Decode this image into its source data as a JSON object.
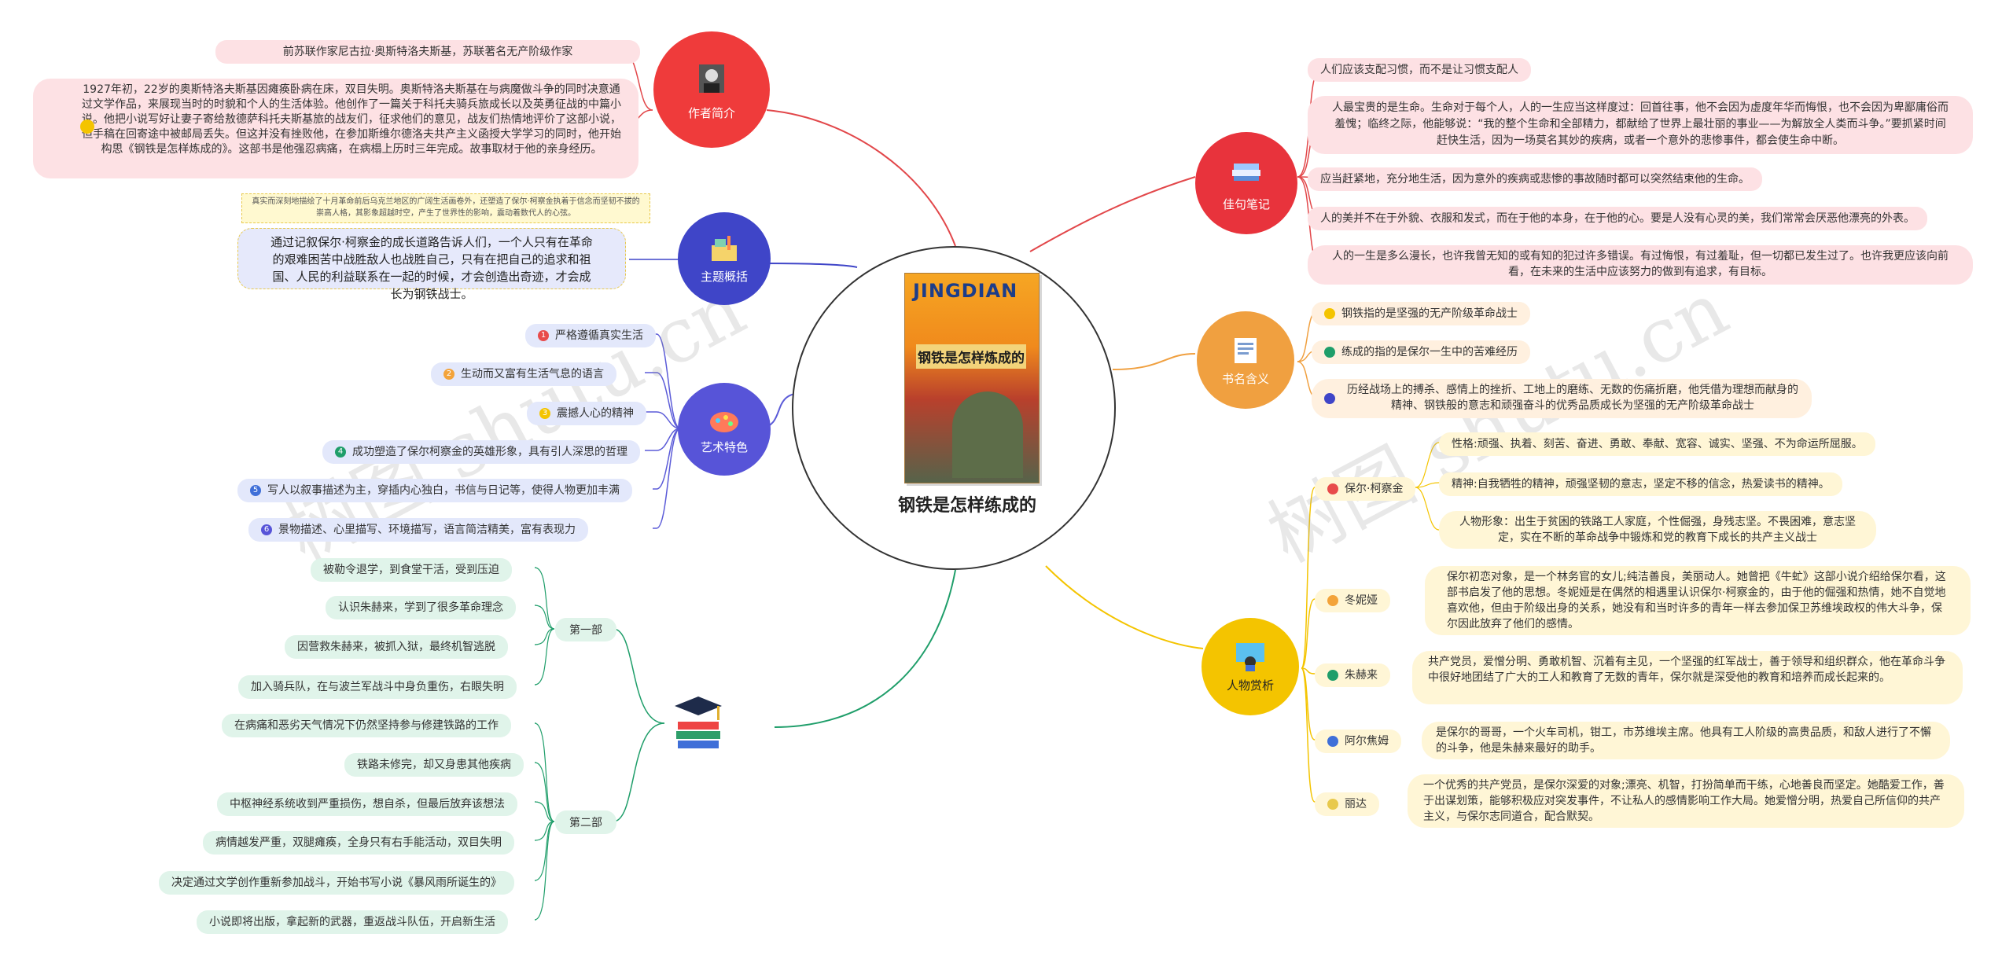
{
  "center": {
    "title": "钢铁是怎样练成的",
    "book_brand": "JINGDIAN",
    "book_title": "钢铁是怎样炼成的"
  },
  "watermark": "树图 shutu.cn",
  "colors": {
    "red": "#ef3b3b",
    "blue": "#3f45c8",
    "purple": "#5754d8",
    "green": "#1f9e6a",
    "yellow": "#f4c400",
    "orange": "#f0a040",
    "note": "#e8333c"
  },
  "author": {
    "label": "作者简介",
    "items": [
      "前苏联作家尼古拉·奥斯特洛夫斯基，苏联著名无产阶级作家",
      "1927年初，22岁的奥斯特洛夫斯基因瘫痪卧病在床，双目失明。奥斯特洛夫斯基在与病魔做斗争的同时决意通过文学作品，来展现当时的时貌和个人的生活体验。他创作了一篇关于科托夫骑兵旅成长以及英勇征战的中篇小说。他把小说写好让妻子寄给敖德萨科托夫斯基旅的战友们，征求他们的意见，战友们热情地评价了这部小说，但手稿在回寄途中被邮局丢失。但这并没有挫败他，在参加斯维尔德洛夫共产主义函授大学学习的同时，他开始构思《钢铁是怎样炼成的》。这部书是他强忍病痛，在病榻上历时三年完成。故事取材于他的亲身经历。"
    ]
  },
  "theme": {
    "label": "主题概括",
    "note": "真实而深刻地描绘了十月革命前后乌克兰地区的广阔生活画卷外，还塑造了保尔·柯察金执着于信念而坚韧不拔的崇高人格，其影象超越时空，产生了世界性的影响，震动着数代人的心弦。",
    "main": "通过记叙保尔·柯察金的成长道路告诉人们，一个人只有在革命的艰难困苦中战胜敌人也战胜自己，只有在把自己的追求和祖国、人民的利益联系在一起的时候，才会创造出奇迹，才会成长为钢铁战士。"
  },
  "art": {
    "label": "艺术特色",
    "items": [
      {
        "n": "1",
        "text": "严格遵循真实生活"
      },
      {
        "n": "2",
        "text": "生动而又富有生活气息的语言"
      },
      {
        "n": "3",
        "text": "震撼人心的精神"
      },
      {
        "n": "4",
        "text": "成功塑造了保尔柯察金的英雄形象，具有引人深思的哲理"
      },
      {
        "n": "5",
        "text": "写人以叙事描述为主，穿插内心独白，书信与日记等，使得人物更加丰满"
      },
      {
        "n": "6",
        "text": "景物描述、心里描写、环境描写，语言简洁精美，富有表现力"
      }
    ]
  },
  "plot": {
    "part1": {
      "label": "第一部",
      "items": [
        "被勒令退学，到食堂干活，受到压迫",
        "认识朱赫来，学到了很多革命理念",
        "因营救朱赫来，被抓入狱，最终机智逃脱",
        "加入骑兵队，在与波兰军战斗中身负重伤，右眼失明"
      ]
    },
    "part2": {
      "label": "第二部",
      "items": [
        "在病痛和恶劣天气情况下仍然坚持参与修建铁路的工作",
        "铁路未修完，却又身患其他疾病",
        "中枢神经系统收到严重损伤，想自杀，但最后放弃该想法",
        "病情越发严重，双腿瘫痪，全身只有右手能活动，双目失明",
        "决定通过文学创作重新参加战斗，开始书写小说《暴风雨所诞生的》",
        "小说即将出版，拿起新的武器，重返战斗队伍，开启新生活"
      ]
    }
  },
  "quotes": {
    "label": "佳句笔记",
    "items": [
      "人们应该支配习惯，而不是让习惯支配人",
      "人最宝贵的是生命。生命对于每个人，人的一生应当这样度过：回首往事，他不会因为虚度年华而悔恨，也不会因为卑鄙庸俗而羞愧；临终之际，他能够说：“我的整个生命和全部精力，都献给了世界上最壮丽的事业——为解放全人类而斗争。”要抓紧时间赶快生活，因为一场莫名其妙的疾病，或者一个意外的悲惨事件，都会使生命中断。",
      "应当赶紧地，充分地生活，因为意外的疾病或悲惨的事故随时都可以突然结束他的生命。",
      "人的美并不在于外貌、衣服和发式，而在于他的本身，在于他的心。要是人没有心灵的美，我们常常会厌恶他漂亮的外表。",
      "人的一生是多么漫长，也许我曾无知的或有知的犯过许多错误。有过悔恨，有过羞耻，但一切都已发生过了。也许我更应该向前看，在未来的生活中应该努力的做到有追求，有目标。"
    ]
  },
  "meaning": {
    "label": "书名含义",
    "items": [
      "钢铁指的是坚强的无产阶级革命战士",
      "练成的指的是保尔一生中的苦难经历",
      "历经战场上的搏杀、感情上的挫折、工地上的磨练、无数的伤痛折磨，他凭借为理想而献身的精神、钢铁般的意志和顽强奋斗的优秀品质成长为坚强的无产阶级革命战士"
    ]
  },
  "characters": {
    "label": "人物赏析",
    "list": [
      {
        "name": "保尔·柯察金",
        "details": [
          "性格:顽强、执着、刻苦、奋进、勇敢、奉献、宽容、诚实、坚强、不为命运所屈服。",
          "精神:自我牺牲的精神，顽强坚韧的意志，坚定不移的信念，热爱读书的精神。",
          "人物形象：出生于贫困的铁路工人家庭，个性倔强，身残志坚。不畏困难，意志坚定，实在不断的革命战争中锻炼和党的教育下成长的共产主义战士"
        ]
      },
      {
        "name": "冬妮娅",
        "details": [
          "保尔初恋对象，是一个林务官的女儿;纯洁善良，美丽动人。她曾把《牛虻》这部小说介绍给保尔看，这部书启发了他的思想。冬妮娅是在偶然的相遇里认识保尔·柯察金的，由于他的倔强和热情，她不自觉地喜欢他，但由于阶级出身的关系，她没有和当时许多的青年一样去参加保卫苏维埃政权的伟大斗争，保尔因此放弃了他们的感情。"
        ]
      },
      {
        "name": "朱赫来",
        "details": [
          "共产党员，爱憎分明、勇敢机智、沉着有主见，一个坚强的红军战士，善于领导和组织群众，他在革命斗争中很好地团结了广大的工人和教育了无数的青年，保尔就是深受他的教育和培养而成长起来的。"
        ]
      },
      {
        "name": "阿尔焦姆",
        "details": [
          "是保尔的哥哥，一个火车司机，钳工，市苏维埃主席。他具有工人阶级的高贵品质，和敌人进行了不懈的斗争，他是朱赫来最好的助手。"
        ]
      },
      {
        "name": "丽达",
        "details": [
          "一个优秀的共产党员，是保尔深爱的对象;漂亮、机智，打扮简单而干练，心地善良而坚定。她酷爱工作，善于出谋划策，能够积极应对突发事件，不让私人的感情影响工作大局。她爱憎分明，热爱自己所信仰的共产主义，与保尔志同道合，配合默契。"
        ]
      }
    ]
  }
}
